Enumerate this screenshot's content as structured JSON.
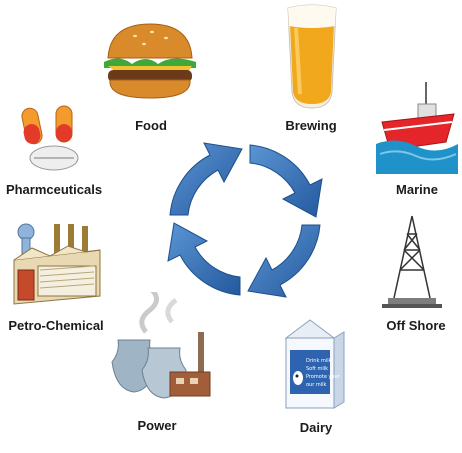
{
  "diagram": {
    "title": "",
    "cycle_color": "#2f6fb6",
    "items": [
      {
        "id": "food",
        "label": "Food",
        "icon": "burger-icon"
      },
      {
        "id": "brewing",
        "label": "Brewing",
        "icon": "beer-glass-icon"
      },
      {
        "id": "marine",
        "label": "Marine",
        "icon": "ship-icon"
      },
      {
        "id": "offshore",
        "label": "Off Shore",
        "icon": "oil-rig-icon"
      },
      {
        "id": "dairy",
        "label": "Dairy",
        "icon": "milk-carton-icon"
      },
      {
        "id": "power",
        "label": "Power",
        "icon": "power-plant-icon"
      },
      {
        "id": "petro",
        "label": "Petro-Chemical",
        "icon": "factory-icon"
      },
      {
        "id": "pharma",
        "label": "Pharmceuticals",
        "icon": "pills-icon"
      }
    ],
    "carton_text": [
      "Drink milk",
      "Soft milk",
      "Promote your",
      "our milk"
    ]
  }
}
